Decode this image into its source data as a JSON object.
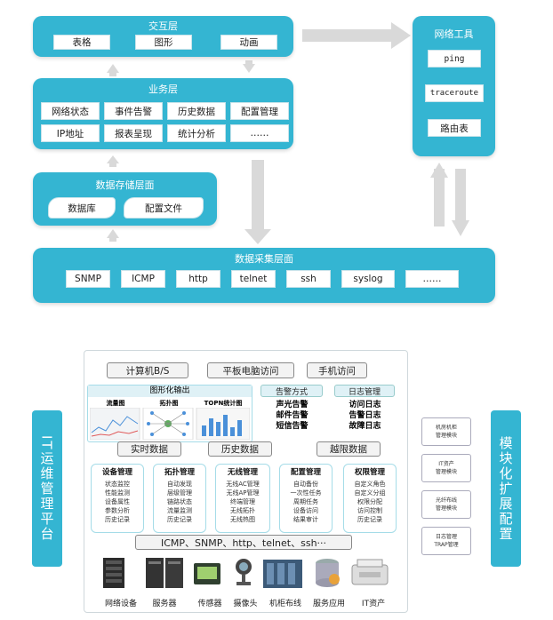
{
  "top": {
    "interaction": {
      "title": "交互层",
      "items": [
        "表格",
        "图形",
        "动画"
      ]
    },
    "business": {
      "title": "业务层",
      "row1": [
        "网络状态",
        "事件告警",
        "历史数据",
        "配置管理"
      ],
      "row2": [
        "IP地址",
        "报表呈现",
        "统计分析",
        "……"
      ]
    },
    "storage": {
      "title": "数据存储层面",
      "items": [
        "数据库",
        "配置文件"
      ]
    },
    "collect": {
      "title": "数据采集层面",
      "items": [
        "SNMP",
        "ICMP",
        "http",
        "telnet",
        "ssh",
        "syslog",
        "……"
      ]
    },
    "tools": {
      "title": "网络工具",
      "items": [
        "ping",
        "traceroute",
        "路由表"
      ]
    }
  },
  "bottom": {
    "left_label": "IT运维管理平台",
    "right_label": "模块化扩展配置",
    "access": [
      "计算机B/S",
      "平板电脑访问",
      "手机访问"
    ],
    "graph": {
      "title": "图形化输出",
      "subs": [
        "流量图",
        "拓扑图",
        "TOPN统计图"
      ]
    },
    "alarm": {
      "title": "告警方式",
      "items": [
        "声光告警",
        "邮件告警",
        "短信告警"
      ]
    },
    "log": {
      "title": "日志管理",
      "items": [
        "访问日志",
        "告警日志",
        "故障日志"
      ]
    },
    "data_tabs": [
      "实时数据",
      "历史数据",
      "越限数据"
    ],
    "cards": [
      {
        "title": "设备管理",
        "lines": [
          "状态监控",
          "性能监测",
          "设备属性",
          "参数分析",
          "历史记录"
        ]
      },
      {
        "title": "拓扑管理",
        "lines": [
          "自动发现",
          "层级管理",
          "链路状态",
          "流量监测",
          "历史记录"
        ]
      },
      {
        "title": "无线管理",
        "lines": [
          "无线AC管理",
          "无线AP管理",
          "终端管理",
          "无线拓扑",
          "无线热图"
        ]
      },
      {
        "title": "配置管理",
        "lines": [
          "自动备份",
          "一次性任务",
          "周期任务",
          "设备访问",
          "结果审计"
        ]
      },
      {
        "title": "权限管理",
        "lines": [
          "自定义角色",
          "自定义分组",
          "权限分配",
          "访问控制",
          "历史记录"
        ]
      }
    ],
    "protocols": "ICMP、SNMP、http、telnet、ssh···",
    "devices": [
      "网络设备",
      "服务器",
      "传感器",
      "摄像头",
      "机柜布线",
      "服务应用",
      "IT资产"
    ],
    "modules": [
      [
        "机房机柜",
        "管理模块"
      ],
      [
        "IT资产",
        "管理模块"
      ],
      [
        "光纤布线",
        "管理模块"
      ],
      [
        "日志管理",
        "TRAP管理"
      ]
    ]
  }
}
